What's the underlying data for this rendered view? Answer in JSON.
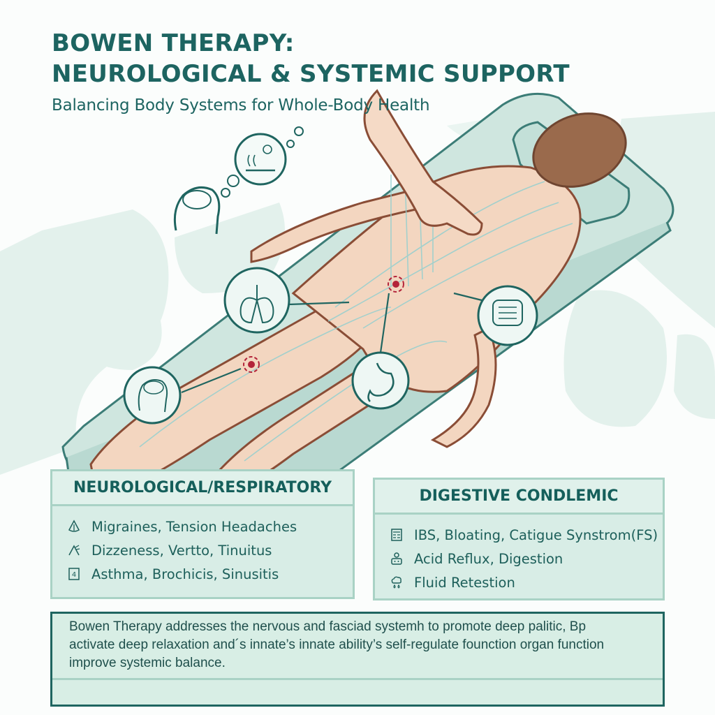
{
  "header": {
    "title_line1": "BOWEN THERAPY:",
    "title_line2": "NEUROLOGICAL & SYSTEMIC SUPPORT",
    "subtitle": "Balancing Body Systems for Whole-Body Health"
  },
  "illustration": {
    "description": "Patient lying face-down on treatment table while practitioner's hand applies Bowen moves to the back; fascia/nerve lines glow across the body",
    "icons": [
      {
        "name": "head-brain-icon",
        "position": "thought bubble, upper left"
      },
      {
        "name": "heat-sun-icon",
        "position": "thought bubble, top"
      },
      {
        "name": "lungs-icon",
        "position": "left of hips"
      },
      {
        "name": "stomach-icon",
        "position": "below hips"
      },
      {
        "name": "intestines-icon",
        "position": "right of lower back"
      },
      {
        "name": "head-brain-icon",
        "position": "left, by legs"
      }
    ],
    "target_points": 2
  },
  "panels": {
    "left": {
      "heading": "NEUROLOGICAL/RESPIRATORY",
      "items": [
        {
          "icon": "drop-leaf-icon",
          "label": "Migraines, Tension Headaches"
        },
        {
          "icon": "dizzy-arrows-icon",
          "label": "Dizzeness, Vertto, Tinuitus"
        },
        {
          "icon": "numbered-box-icon",
          "label": "Asthma, Brochicis, Sinusitis"
        }
      ]
    },
    "right": {
      "heading": "DIGESTIVE CONDLEMIC",
      "items": [
        {
          "icon": "calculator-icon",
          "label": "IBS, Bloating, Catigue Synstrom(FS)"
        },
        {
          "icon": "person-device-icon",
          "label": "Acid Reflux, Digestion"
        },
        {
          "icon": "cloud-drops-icon",
          "label": "Fluid Retestion"
        }
      ]
    }
  },
  "summary": {
    "line1": "Bowen Therapy addresses the nervous and fasciad systemh to promote deep palitic, Bp",
    "line2": "activate deep relaxation and´s innate’s innate ability’s self-regulate founction organ function",
    "line3": "improve systemic balance."
  },
  "colors": {
    "title": "#1d6461",
    "panel_bg": "#d5ece4",
    "panel_border": "#a9d2c5",
    "summary_border": "#1f6560",
    "skin": "#f3d6c0",
    "hair": "#9a6a4c",
    "table": "#cfe6df",
    "accent_red": "#b3243a"
  }
}
